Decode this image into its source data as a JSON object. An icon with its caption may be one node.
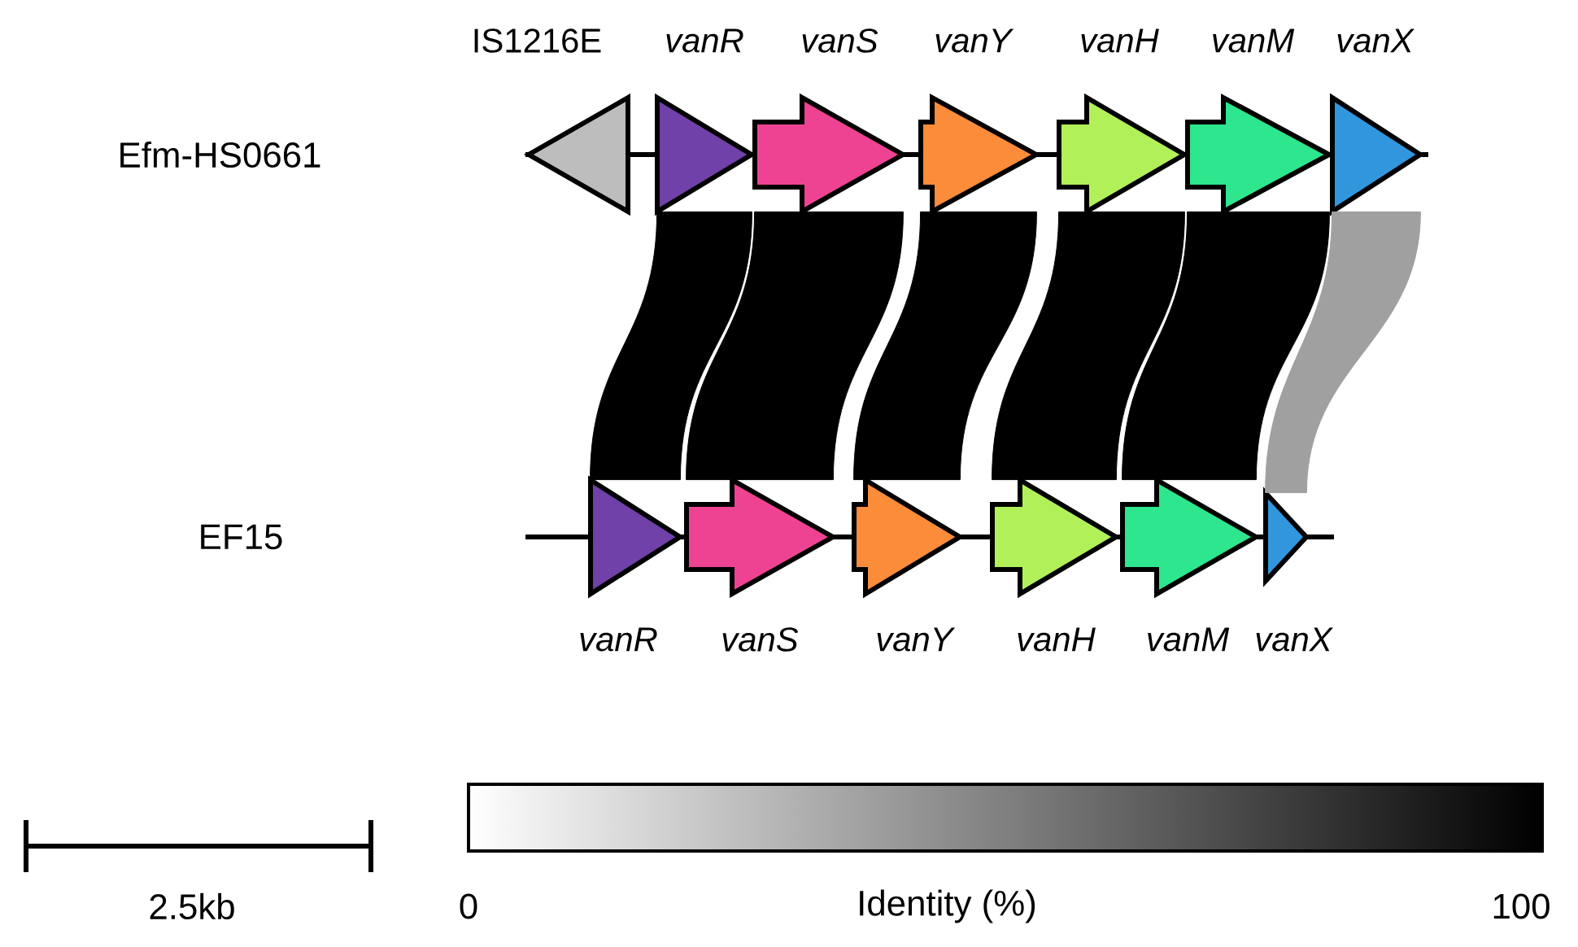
{
  "diagram": {
    "nodes": [
      {
        "text": [
          "IS1216E"
        ]
      },
      {
        "text": [
          "vanR"
        ]
      },
      {
        "text": [
          "vanS"
        ]
      },
      {
        "text": [
          "vanY"
        ]
      },
      {
        "text": [
          "vanH"
        ]
      },
      {
        "text": [
          "vanM"
        ]
      },
      {
        "text": [
          "vanX"
        ]
      },
      {
        "text": [
          "vanR"
        ]
      },
      {
        "text": [
          "vanS"
        ]
      },
      {
        "text": [
          "vanY"
        ]
      },
      {
        "text": [
          "vanH"
        ]
      },
      {
        "text": [
          "vanM"
        ]
      },
      {
        "text": [
          "vanX"
        ]
      }
    ],
    "edges": [
      {
        "from": 1,
        "to": 7,
        "arrow": "none"
      },
      {
        "from": 2,
        "to": 8,
        "arrow": "none"
      },
      {
        "from": 3,
        "to": 9,
        "arrow": "none"
      },
      {
        "from": 4,
        "to": 10,
        "arrow": "none"
      },
      {
        "from": 5,
        "to": 11,
        "arrow": "none"
      },
      {
        "from": 6,
        "to": 12,
        "arrow": "none",
        "color": "#a0a0a0"
      }
    ],
    "labels": [
      "Efm-HS0661",
      "EF15",
      "2.5kb",
      "0",
      "Identity (%)",
      "100"
    ]
  }
}
